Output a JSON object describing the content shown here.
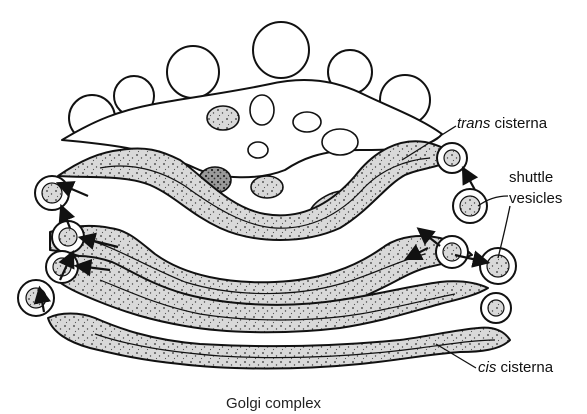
{
  "figure": {
    "caption": "Golgi complex",
    "labels": {
      "trans_prefix": "trans",
      "trans_suffix": " cisterna",
      "shuttle_line1": "shuttle",
      "shuttle_line2": "vesicles",
      "cis_prefix": "cis",
      "cis_suffix": " cisterna"
    }
  }
}
